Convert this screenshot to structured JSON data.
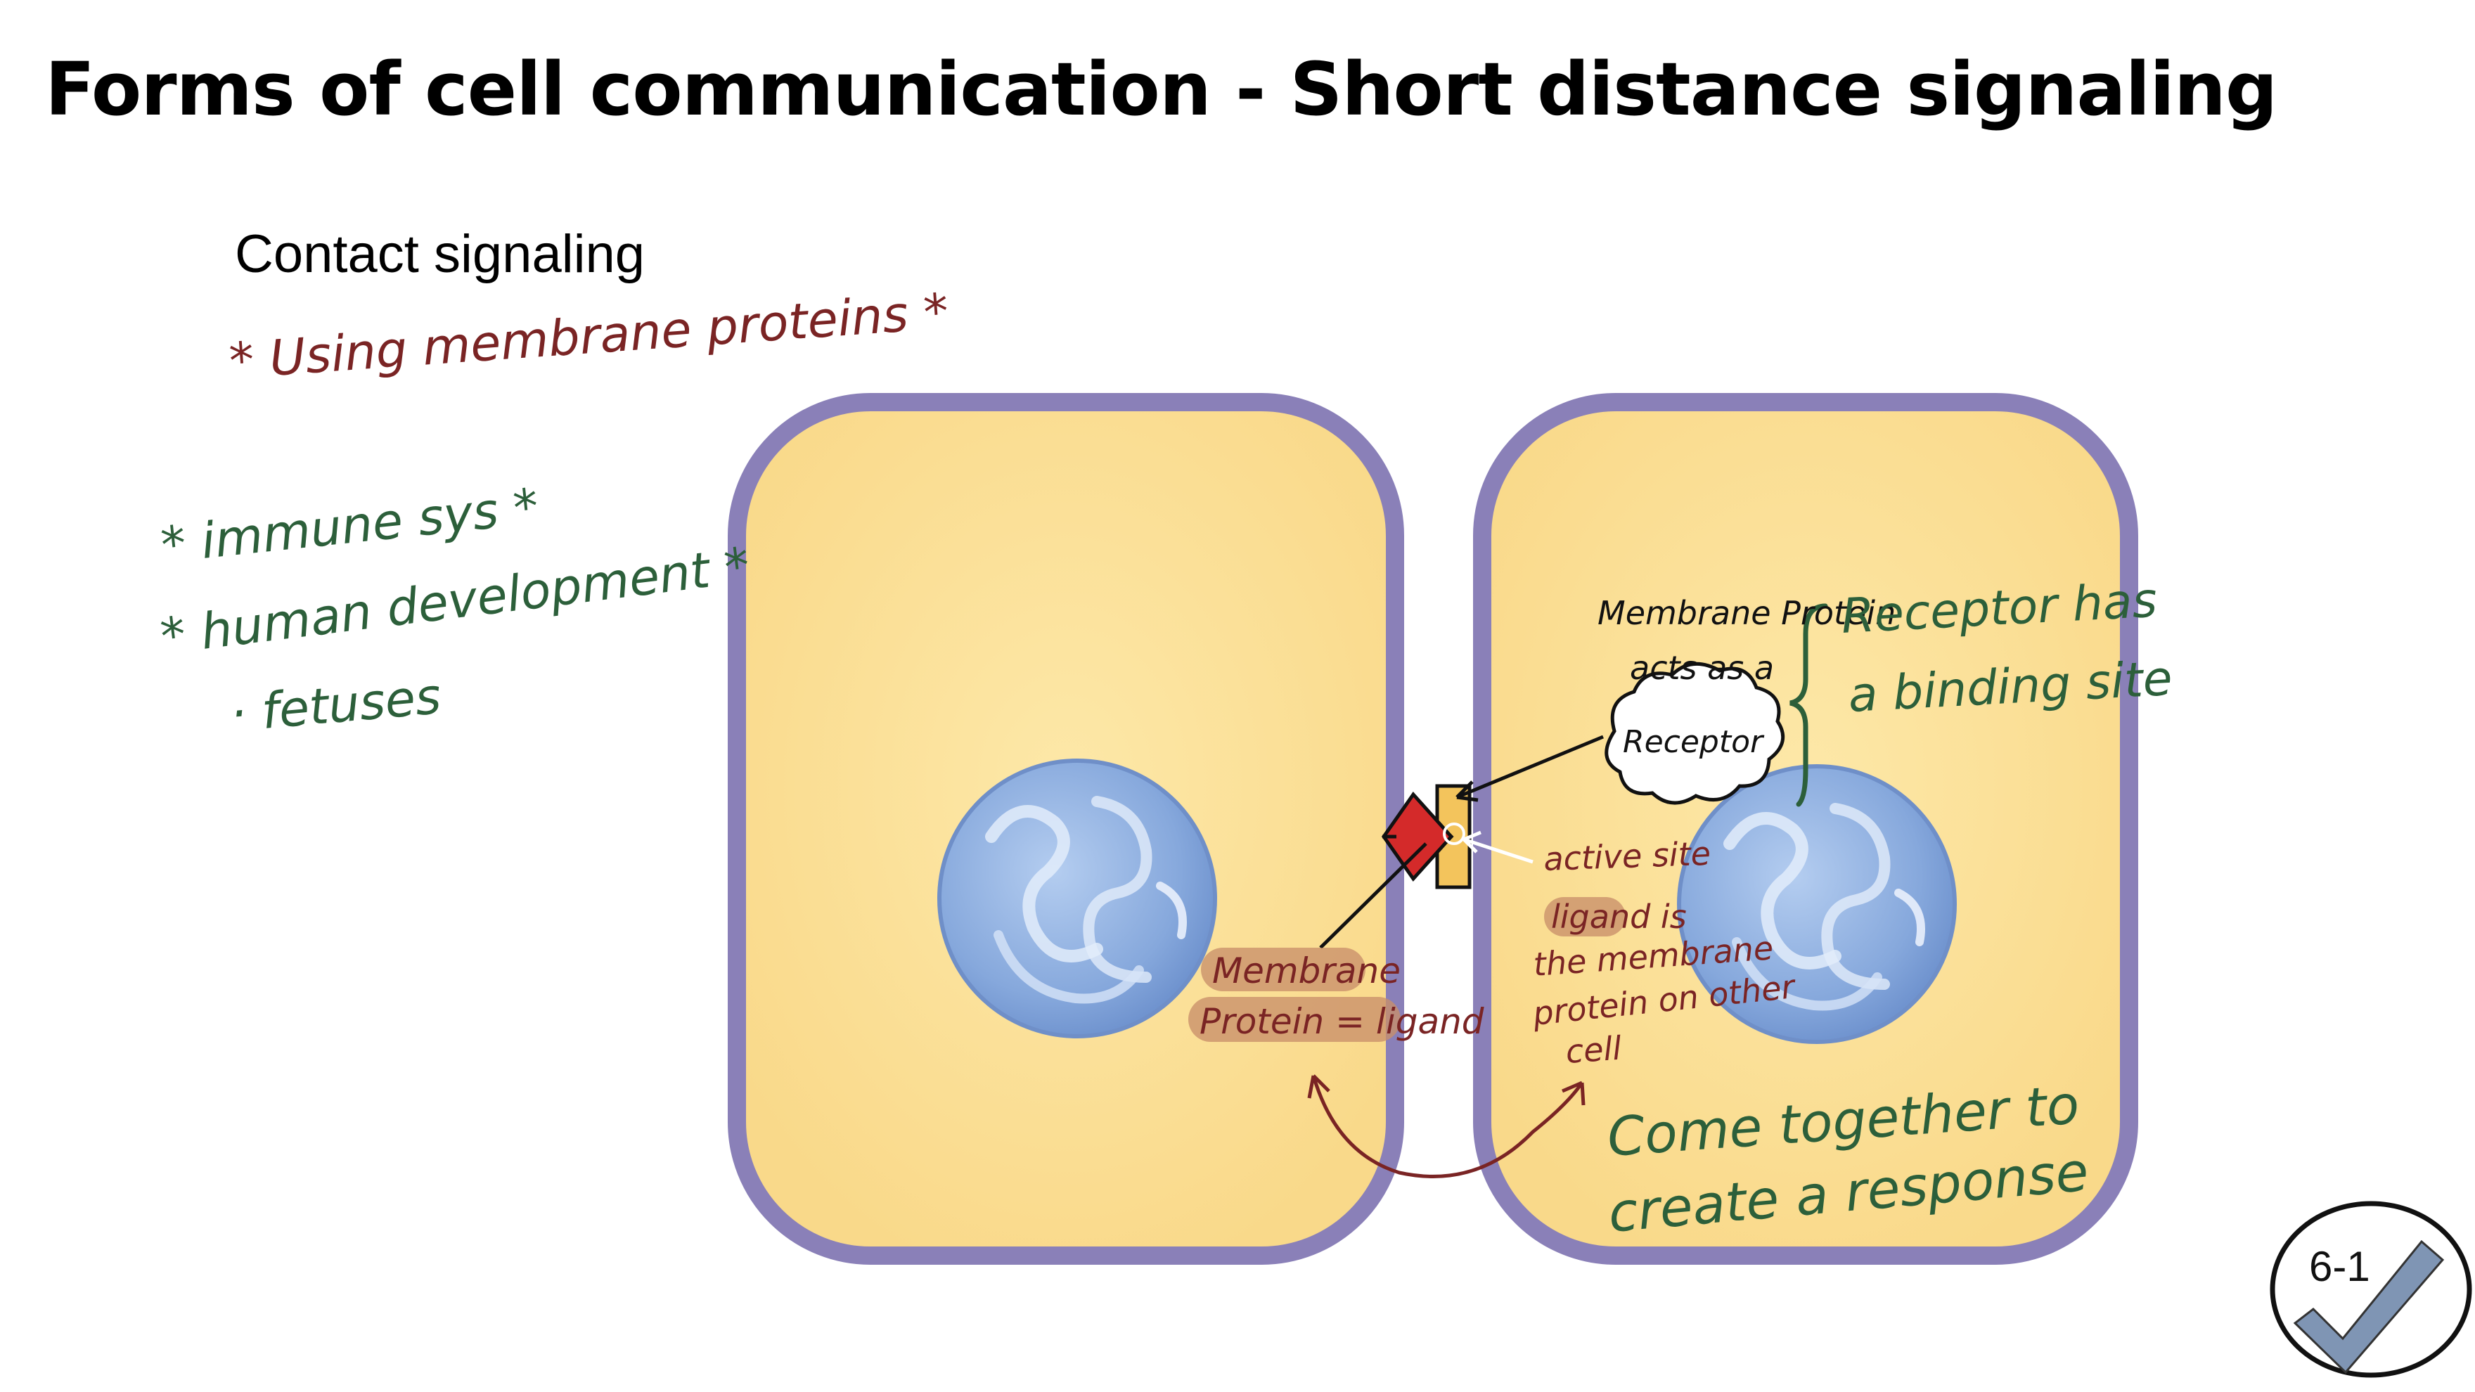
{
  "slide": {
    "title": "Forms of cell communication - Short distance signaling",
    "subtitle": "Contact signaling"
  },
  "notes": {
    "membrane_proteins": "* Using membrane proteins *",
    "immune": "* immune sys *",
    "development": "* human development *",
    "fetuses": "· fetuses"
  },
  "labels": {
    "left_line1": "Membrane",
    "left_line2": "Protein = ligand",
    "receptor_line1": "Membrane Protein",
    "receptor_line2": "acts as a",
    "receptor_cloud": "Receptor",
    "receptor_has_line1": "Receptor has",
    "receptor_has_line2": "a binding site",
    "active_site": "active site",
    "ligand_line1": "ligand is",
    "ligand_line2": "the membrane",
    "ligand_line3": "protein on other",
    "ligand_line4": "cell",
    "response_line1": "Come together to",
    "response_line2": "create a response"
  },
  "badge": {
    "text": "6-1"
  },
  "colors": {
    "cell_fill": "#fde49c",
    "cell_membrane": "#8a80b8",
    "nucleus": "#7b9fd8",
    "ligand_protein": "#d42a2a",
    "receptor_protein": "#f3c45c",
    "note_red": "#7a2424",
    "note_green": "#2c5f3a",
    "highlight": "#c98f6a",
    "badge_check": "#7f95b4"
  }
}
